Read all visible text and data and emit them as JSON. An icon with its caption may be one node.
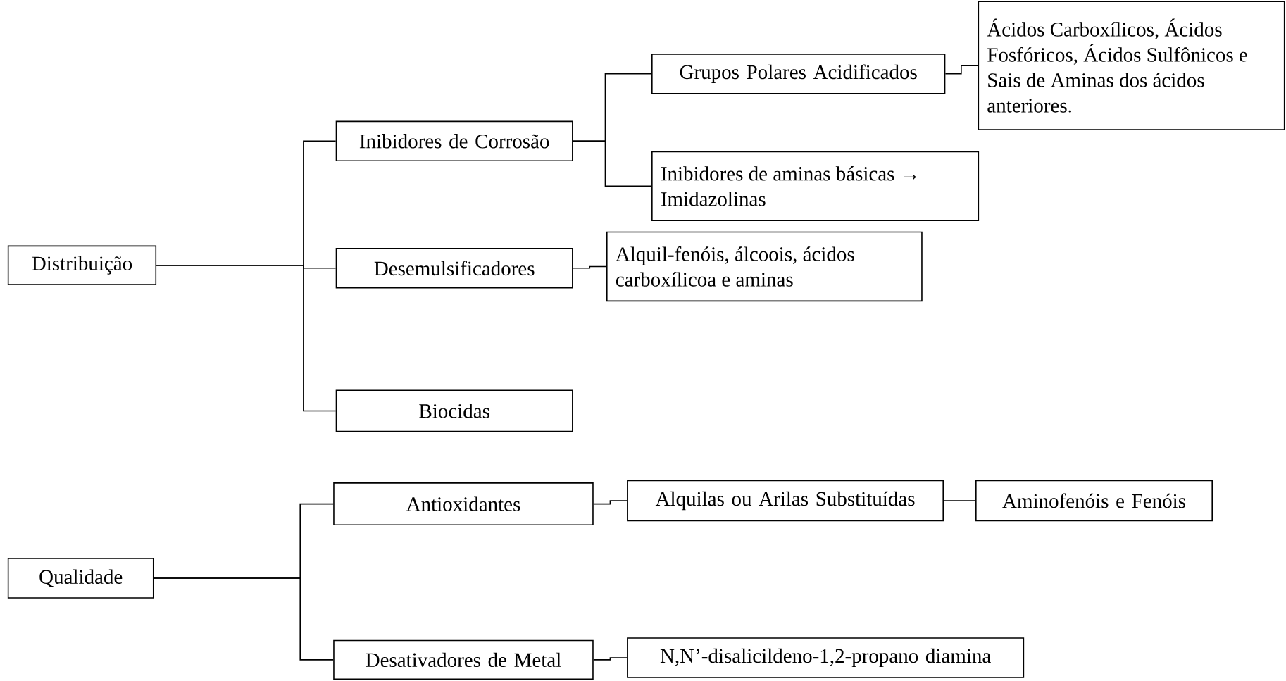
{
  "diagram": {
    "nodes": [
      {
        "text": [
          "Distribuição"
        ]
      },
      {
        "text": [
          "Inibidores de Corrosão"
        ]
      },
      {
        "text": [
          "Grupos Polares Acidificados"
        ]
      },
      {
        "text": [
          "Ácidos Carboxílicos, Ácidos Fosfóricos, Ácidos Sulfônicos e Sais de Aminas dos ácidos anteriores."
        ]
      },
      {
        "text": [
          "Inibidores de aminas básicas → Imidazolinas"
        ]
      },
      {
        "text": [
          "Desemulsificadores"
        ]
      },
      {
        "text": [
          "Alquil-fenóis, álcoois, ácidos carboxílicoa e aminas"
        ]
      },
      {
        "text": [
          "Biocidas"
        ]
      },
      {
        "text": [
          "Qualidade"
        ]
      },
      {
        "text": [
          "Antioxidantes"
        ]
      },
      {
        "text": [
          "Alquilas ou Arilas Substituídas"
        ]
      },
      {
        "text": [
          "Aminofenóis e Fenóis"
        ]
      },
      {
        "text": [
          "Desativadores de Metal"
        ]
      },
      {
        "text": [
          "N,N’-disalicildeno-1,2-propano diamina"
        ]
      }
    ],
    "edges": [
      {
        "from": 0,
        "to": 1,
        "arrow": "none"
      },
      {
        "from": 0,
        "to": 5,
        "arrow": "none"
      },
      {
        "from": 0,
        "to": 7,
        "arrow": "none"
      },
      {
        "from": 1,
        "to": 2,
        "arrow": "none"
      },
      {
        "from": 1,
        "to": 4,
        "arrow": "none"
      },
      {
        "from": 2,
        "to": 3,
        "arrow": "none"
      },
      {
        "from": 5,
        "to": 6,
        "arrow": "none"
      },
      {
        "from": 8,
        "to": 9,
        "arrow": "none"
      },
      {
        "from": 8,
        "to": 12,
        "arrow": "none"
      },
      {
        "from": 9,
        "to": 10,
        "arrow": "none"
      },
      {
        "from": 10,
        "to": 11,
        "arrow": "none"
      },
      {
        "from": 12,
        "to": 13,
        "arrow": "none"
      }
    ]
  }
}
